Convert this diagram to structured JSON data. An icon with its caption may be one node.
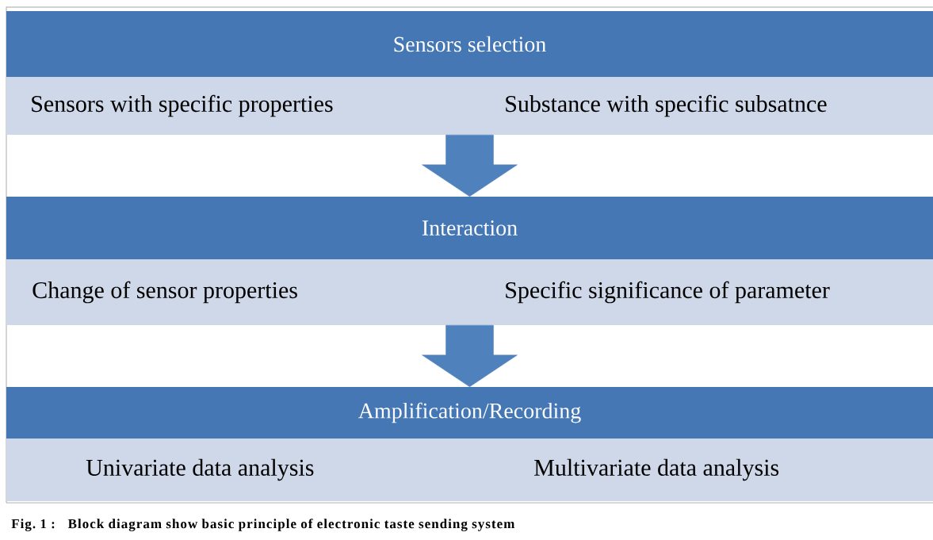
{
  "diagram": {
    "caption": "Fig. 1 :   Block diagram show basic principle of electronic taste sending system",
    "nodes": [
      {
        "text": [
          "Sensors selection"
        ]
      },
      {
        "text": [
          "Sensors with specific properties",
          "Substance with specific subsatnce"
        ]
      },
      {
        "text": [
          "Interaction"
        ]
      },
      {
        "text": [
          "Change of sensor properties",
          "Specific significance of parameter"
        ]
      },
      {
        "text": [
          "Amplification/Recording"
        ]
      },
      {
        "text": [
          "Univariate data analysis",
          "Multivariate data analysis"
        ]
      }
    ],
    "edges": [
      {
        "from": 1,
        "to": 2,
        "arrow": "to",
        "style": "thick"
      },
      {
        "from": 3,
        "to": 4,
        "arrow": "to",
        "style": "thick"
      }
    ]
  }
}
